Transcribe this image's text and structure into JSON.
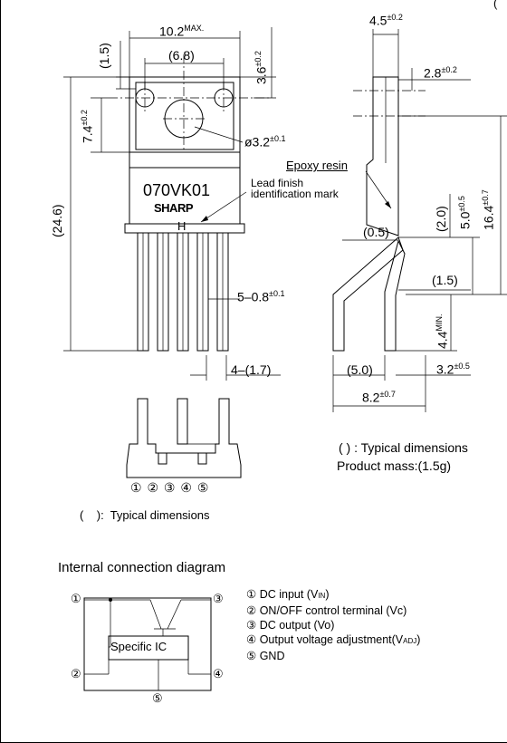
{
  "top_partial": "(",
  "dims": {
    "width_max": "10.2",
    "width_max_sup": "MAX.",
    "hole_spacing": "(6.8)",
    "top_15": "(1.5)",
    "top_36": "3.6",
    "top_36_sup": "±0.2",
    "left_74": "7.4",
    "left_74_sup": "±0.2",
    "total_246": "(24.6)",
    "hole_dia": "ø3.2",
    "hole_dia_sup": "±0.1",
    "pin_width": "5–0.8",
    "pin_width_sup": "±0.1",
    "pin_pitch": "4–(1.7)",
    "side_45": "4.5",
    "side_45_sup": "±0.2",
    "side_28": "2.8",
    "side_28_sup": "±0.2",
    "side_164": "16.4",
    "side_164_sup": "±0.7",
    "side_50": "5.0",
    "side_50_sup": "±0.5",
    "side_20": "(2.0)",
    "side_05": "(0.5)",
    "side_15": "(1.5)",
    "side_44": "4.4",
    "side_44_sup": "MIN.",
    "side_50b": "(5.0)",
    "side_32": "3.2",
    "side_32_sup": "±0.5",
    "side_82": "8.2",
    "side_82_sup": "±0.7"
  },
  "package": {
    "part_number": "070VK01",
    "brand": "SHARP",
    "lead_mark": "H"
  },
  "labels": {
    "epoxy": "Epoxy resin",
    "lead_finish_1": "Lead finish",
    "lead_finish_2": "identification mark",
    "typical_right": "( ) : Typical dimensions",
    "mass": "Product mass:(1.5g)",
    "typical_left": "(    ):  Typical dimensions"
  },
  "pin_numbers": [
    "①",
    "②",
    "③",
    "④",
    "⑤"
  ],
  "connection": {
    "title": "Internal connection diagram",
    "ic_label": "Specific IC",
    "legend": [
      {
        "num": "①",
        "text": "DC input (V",
        "sub": "IN",
        "tail": ")"
      },
      {
        "num": "②",
        "text": "ON/OFF control terminal (Vc)",
        "sub": "",
        "tail": ""
      },
      {
        "num": "③",
        "text": "DC output (Vo)",
        "sub": "",
        "tail": ""
      },
      {
        "num": "④",
        "text": "Output voltage adjustment(V",
        "sub": "ADJ",
        "tail": ")"
      },
      {
        "num": "⑤",
        "text": "GND",
        "sub": "",
        "tail": ""
      }
    ]
  }
}
